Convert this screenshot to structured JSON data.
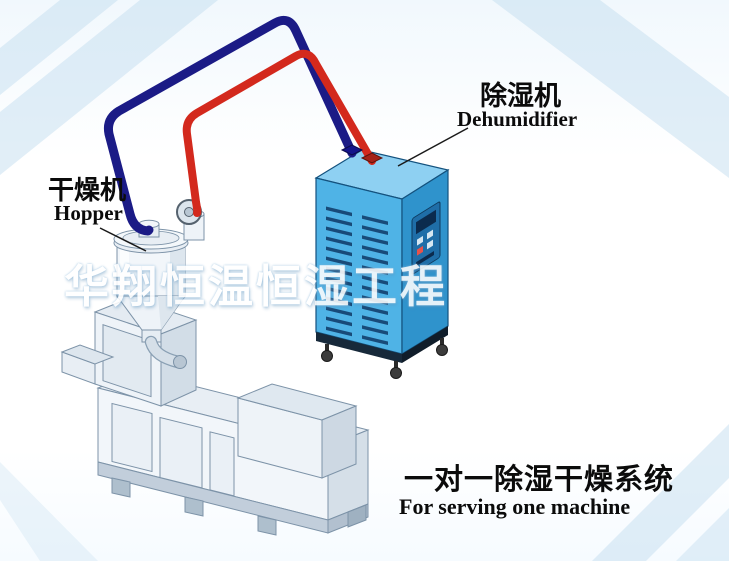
{
  "labels": {
    "dehumidifier": {
      "zh": "除湿机",
      "en": "Dehumidifier"
    },
    "dryer": {
      "zh": "干燥机",
      "en": "Hopper"
    },
    "caption": {
      "zh": "一对一除湿干燥系统",
      "en": "For serving one machine"
    },
    "watermark": "华翔恒温恒湿工程"
  },
  "colors": {
    "pipe_return": "#1b1b86",
    "pipe_supply": "#d3291d",
    "dehumidifier_front": "#4fb3e6",
    "dehumidifier_side": "#2f93cc",
    "dehumidifier_top": "#8ed0f2",
    "stripe": "#c3ddf0"
  }
}
